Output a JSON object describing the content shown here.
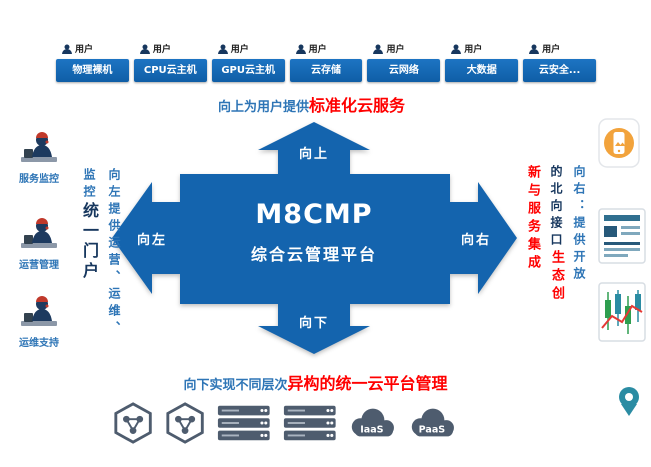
{
  "colors": {
    "primary_blue": "#1464AE",
    "box_blue": "#1565B4",
    "text_blue": "#2E75B6",
    "accent_red": "#FF0000",
    "dark_navy": "#17375E",
    "icon_slate": "#4E5C6E",
    "phone_orange": "#F2A33C",
    "pin_teal": "#2B8CA3"
  },
  "top_row": {
    "user_label": "用户",
    "services": [
      {
        "label": "物理裸机"
      },
      {
        "label": "CPU云主机"
      },
      {
        "label": "GPU云主机"
      },
      {
        "label": "云存储"
      },
      {
        "label": "云网络"
      },
      {
        "label": "大数据"
      },
      {
        "label": "云安全..."
      }
    ]
  },
  "top_caption": {
    "prefix": "向上为用户提供",
    "highlight": "标准化云服务"
  },
  "center": {
    "name": "M8CMP",
    "subtitle": "综合云管理平台",
    "arrow_up": "向上",
    "arrow_down": "向下",
    "arrow_left": "向左",
    "arrow_right": "向右"
  },
  "left_side": {
    "items": [
      {
        "label": "服务监控"
      },
      {
        "label": "运营管理"
      },
      {
        "label": "运维支持"
      }
    ],
    "caption_col1": "向左提供运营、运维、",
    "caption_col2_blue": "监控",
    "caption_col2_big": "统一门户"
  },
  "right_side": {
    "caption_col1": "向右：提供开放",
    "caption_col2_dark": "的北向接口",
    "caption_col2_red": "生态创",
    "caption_col3_red": "新与服务集成"
  },
  "bottom_caption": {
    "prefix": "向下实现不同层次",
    "highlight": "异构的统一云平台管理"
  },
  "bottom_icons": {
    "iaas_label": "IaaS",
    "paas_label": "PaaS"
  }
}
